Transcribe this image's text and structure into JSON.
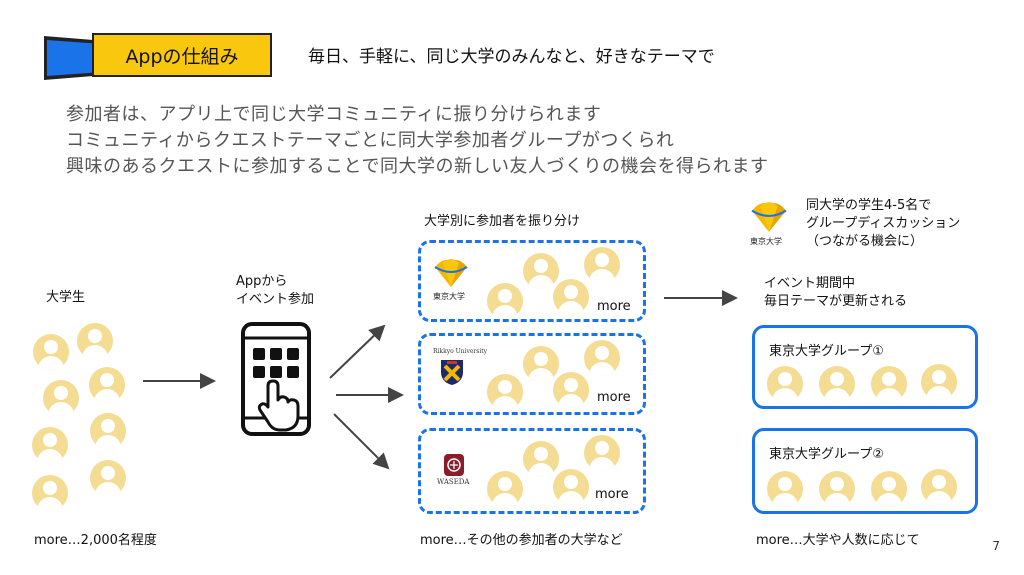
{
  "header": {
    "badge": "Appの仕組み",
    "tagline": "毎日、手軽に、同じ大学のみんなと、好きなテーマで"
  },
  "lead_lines": [
    "参加者は、アプリ上で同じ大学コミュニティに振り分けられます",
    "コミュニティからクエストテーマごとに同大学参加者グループがつくられ",
    "興味のあるクエストに参加することで同大学の新しい友人づくりの機会を得られます"
  ],
  "students": {
    "label": "大学生",
    "footer": "more…2,000名程度"
  },
  "app": {
    "label_line1": "Appから",
    "label_line2": "イベント参加"
  },
  "universities": {
    "label": "大学別に参加者を振り分け",
    "more": "more",
    "footer": "more…その他の参加者の大学など",
    "logo_tokyo_text": "東京大学",
    "logo_rikkyo_text": "Rikkyo University",
    "logo_waseda_text": "WASEDA"
  },
  "groups": {
    "note_line1": "同大学の学生4-5名で",
    "note_line2": "グループディスカッション",
    "note_line3": "（つながる機会に）",
    "period_line1": "イベント期間中",
    "period_line2": "毎日テーマが更新される",
    "group1": "東京大学グループ①",
    "group2": "東京大学グループ②",
    "footer": "more…大学や人数に応じて"
  },
  "page_number": "7",
  "colors": {
    "accent_blue": "#1a73e8",
    "banner_yellow": "#f9c80e",
    "avatar": "#f5dc93"
  }
}
